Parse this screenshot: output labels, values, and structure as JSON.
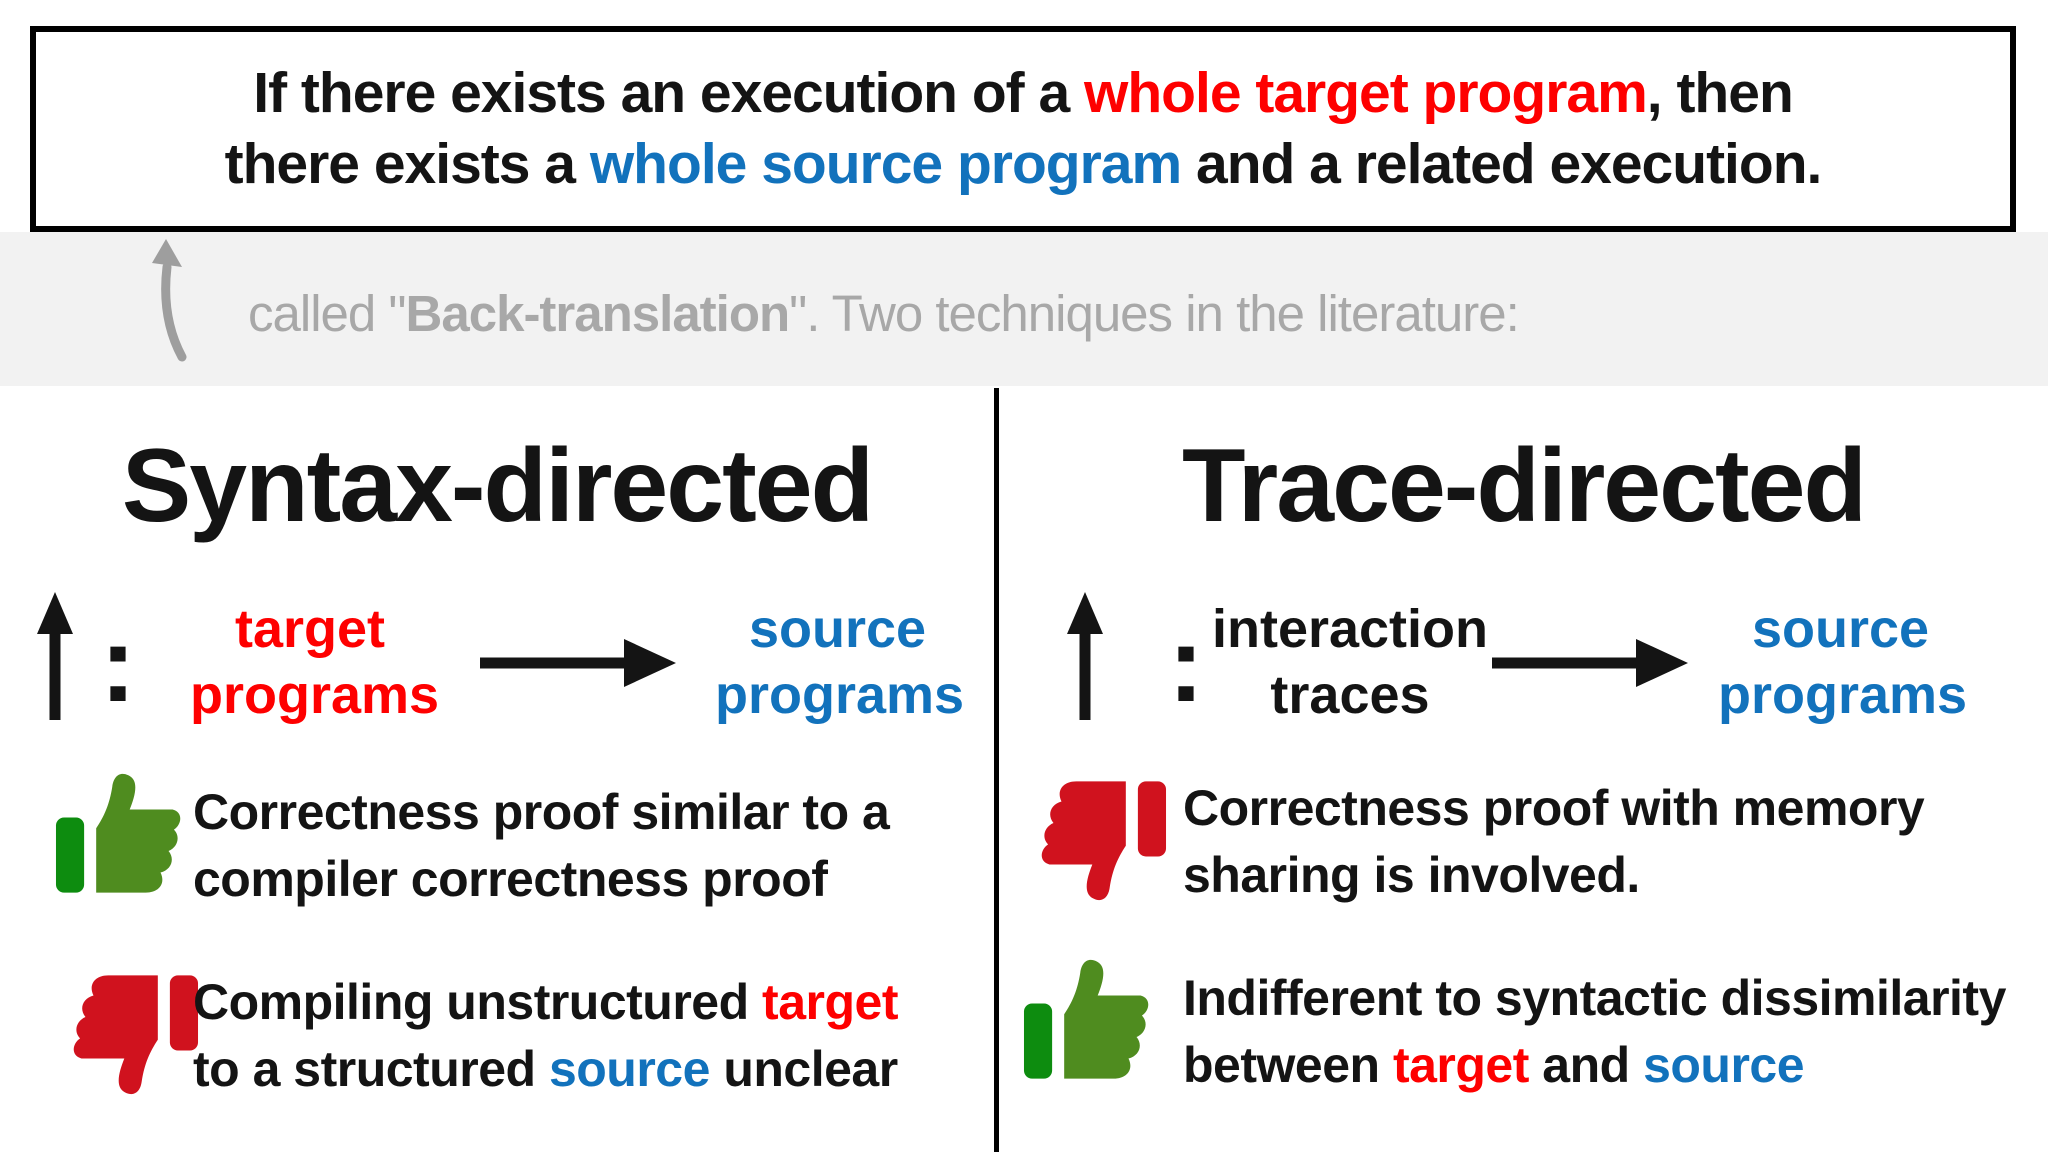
{
  "colors": {
    "ink": "#141414",
    "red": "#fe0000",
    "blue": "#1272bc",
    "gray-text": "#a8a8a8",
    "band-bg": "#f2f2f2",
    "arrow-gray": "#9e9e9e",
    "thumb-red": "#d0121e",
    "thumb-green-hand": "#4f8c1f",
    "thumb-green-cuff": "#0d8c0f"
  },
  "claim_box": {
    "lines": [
      [
        {
          "t": "If there exists an execution of a "
        },
        {
          "t": "whole target program",
          "c": "red"
        },
        {
          "t": ", then"
        }
      ],
      [
        {
          "t": "there exists a "
        },
        {
          "t": "whole source program",
          "c": "blue"
        },
        {
          "t": " and a related execution."
        }
      ]
    ]
  },
  "subtitle": {
    "segments": [
      {
        "t": "called \""
      },
      {
        "t": "Back-translation",
        "b": true
      },
      {
        "t": "\". Two techniques in the literature:"
      }
    ],
    "arrow_icon": "curved-up-arrow-icon"
  },
  "techniques": [
    {
      "name": "Syntax-directed",
      "mapping": {
        "direction_icon": "up-arrow-icon",
        "separator": ":",
        "arrow_icon": "right-arrow-icon",
        "from": [
          [
            {
              "t": "target",
              "c": "red"
            }
          ],
          [
            {
              "t": "programs",
              "c": "red"
            }
          ]
        ],
        "to": [
          [
            {
              "t": "source",
              "c": "blue"
            }
          ],
          [
            {
              "t": "programs",
              "c": "blue"
            }
          ]
        ]
      },
      "points": [
        {
          "icon": "thumbs-up-icon",
          "sentiment": "positive",
          "lines": [
            [
              {
                "t": "Correctness proof similar to a"
              }
            ],
            [
              {
                "t": "compiler correctness proof"
              }
            ]
          ]
        },
        {
          "icon": "thumbs-down-icon",
          "sentiment": "negative",
          "lines": [
            [
              {
                "t": "Compiling unstructured "
              },
              {
                "t": "target",
                "c": "red"
              }
            ],
            [
              {
                "t": "to a structured "
              },
              {
                "t": "source",
                "c": "blue"
              },
              {
                "t": " unclear"
              }
            ]
          ]
        }
      ]
    },
    {
      "name": "Trace-directed",
      "mapping": {
        "direction_icon": "up-arrow-icon",
        "separator": ":",
        "arrow_icon": "right-arrow-icon",
        "from": [
          [
            {
              "t": "interaction"
            }
          ],
          [
            {
              "t": "traces"
            }
          ]
        ],
        "to": [
          [
            {
              "t": "source",
              "c": "blue"
            }
          ],
          [
            {
              "t": "programs",
              "c": "blue"
            }
          ]
        ]
      },
      "points": [
        {
          "icon": "thumbs-down-icon",
          "sentiment": "negative",
          "lines": [
            [
              {
                "t": "Correctness proof with memory"
              }
            ],
            [
              {
                "t": "sharing is involved."
              }
            ]
          ]
        },
        {
          "icon": "thumbs-up-icon",
          "sentiment": "positive",
          "lines": [
            [
              {
                "t": "Indifferent to syntactic dissimilarity"
              }
            ],
            [
              {
                "t": "between "
              },
              {
                "t": "target",
                "c": "red"
              },
              {
                "t": " and "
              },
              {
                "t": "source",
                "c": "blue"
              }
            ]
          ]
        }
      ]
    }
  ]
}
